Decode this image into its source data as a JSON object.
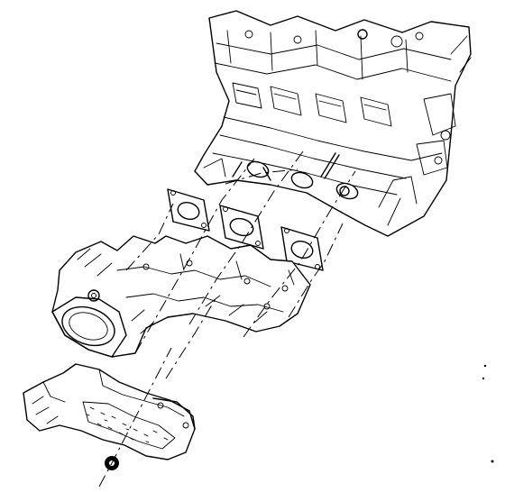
{
  "figure": {
    "background_color": "#ffffff",
    "line_color": "#000000",
    "components": [
      "engine-block",
      "exhaust-port-gasket",
      "exhaust-manifold",
      "heat-shield",
      "retaining-nut"
    ]
  }
}
